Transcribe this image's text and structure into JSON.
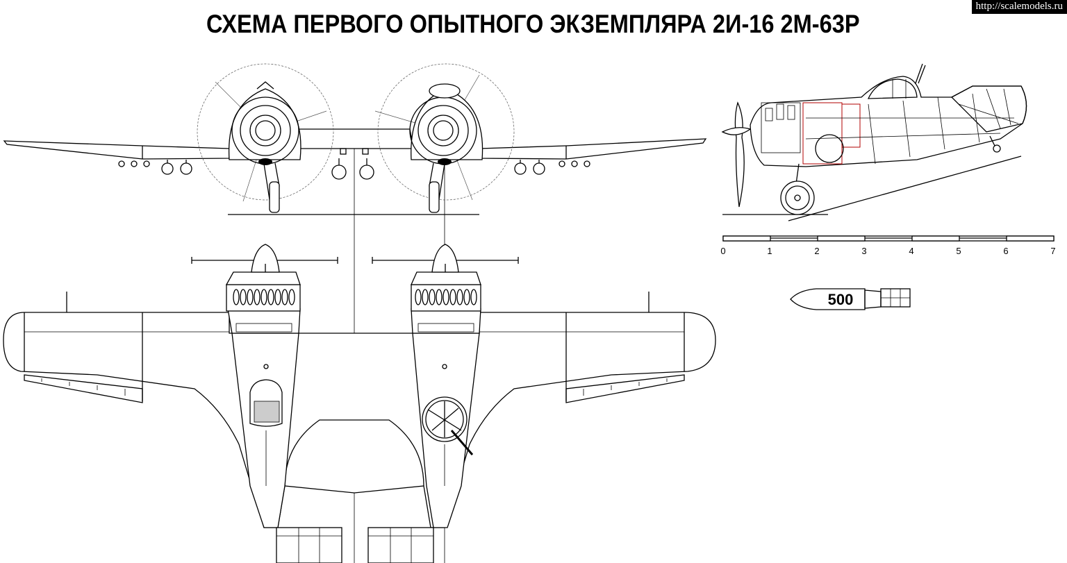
{
  "title": "СХЕМА ПЕРВОГО ОПЫТНОГО ЭКЗЕМПЛЯРА 2И-16 2М-63Р",
  "watermark": "http://scalemodels.ru",
  "scale_bar": {
    "ticks": [
      "0",
      "1",
      "2",
      "3",
      "4",
      "5",
      "6",
      "7"
    ]
  },
  "bomb": {
    "label": "500"
  },
  "views": {
    "front": "front-view",
    "side": "side-view",
    "top": "top-view"
  }
}
